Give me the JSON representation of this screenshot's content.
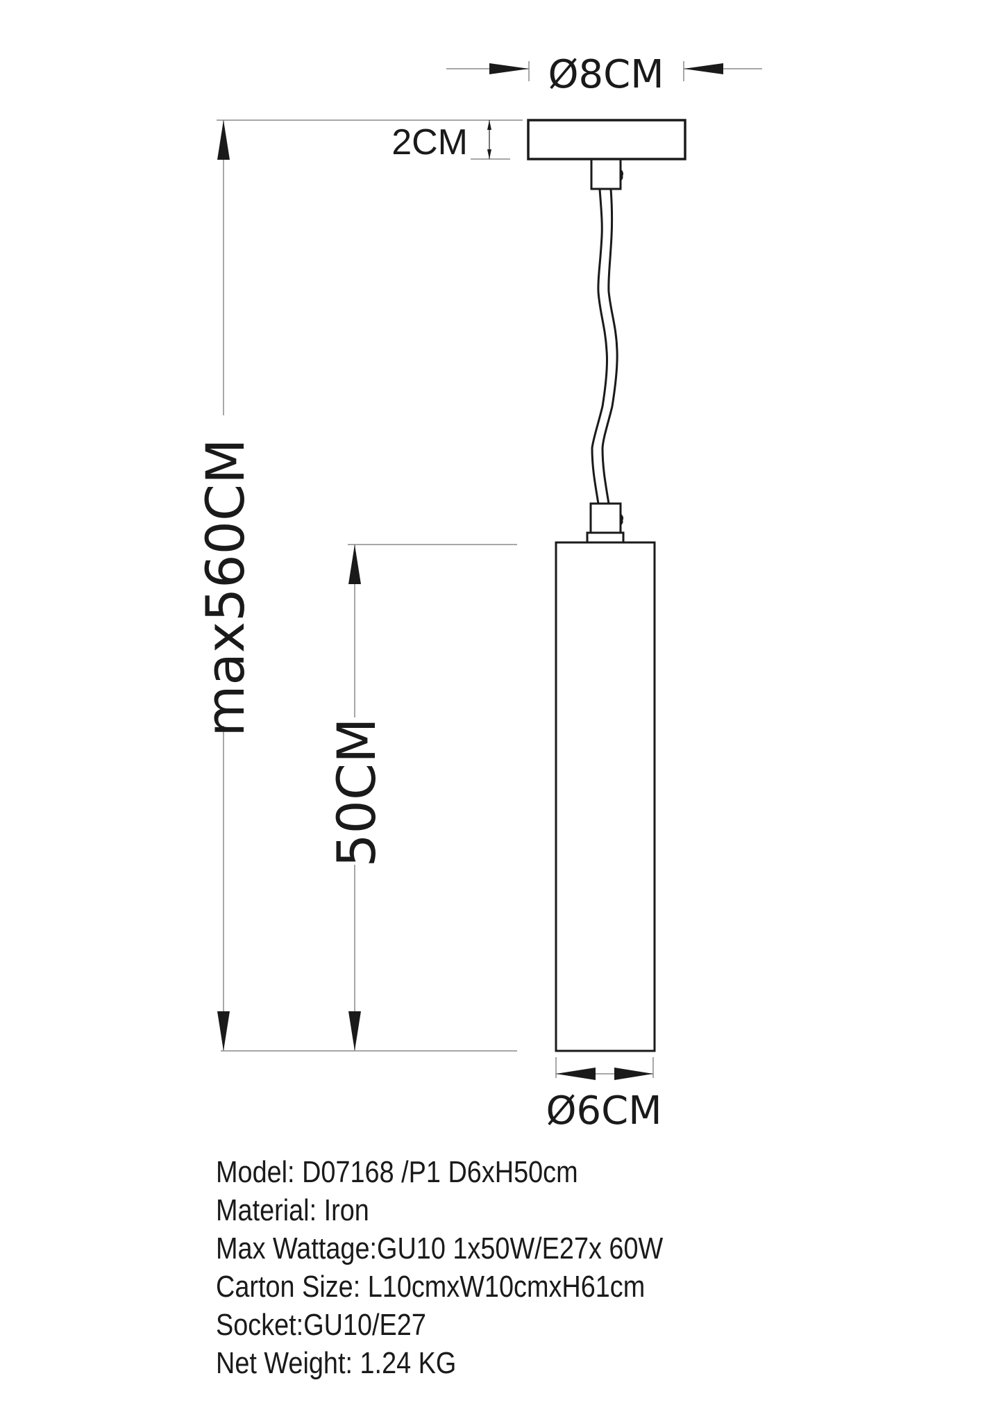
{
  "dimensions": {
    "canopy_diameter": "Ø8CM",
    "canopy_height": "2CM",
    "max_total_height": "max560CM",
    "shade_height": "50CM",
    "shade_diameter": "Ø6CM"
  },
  "specs": {
    "model": "Model: D07168 /P1 D6xH50cm",
    "material": "Material: Iron",
    "max_wattage": "Max Wattage:GU10 1x50W/E27x 60W",
    "carton_size": "Carton Size: L10cmxW10cmxH61cm",
    "socket": "Socket:GU10/E27",
    "net_weight": "Net Weight: 1.24 KG"
  },
  "colors": {
    "line": "#1a1a1a",
    "dim_line": "#8a8a8a",
    "background": "#ffffff"
  }
}
